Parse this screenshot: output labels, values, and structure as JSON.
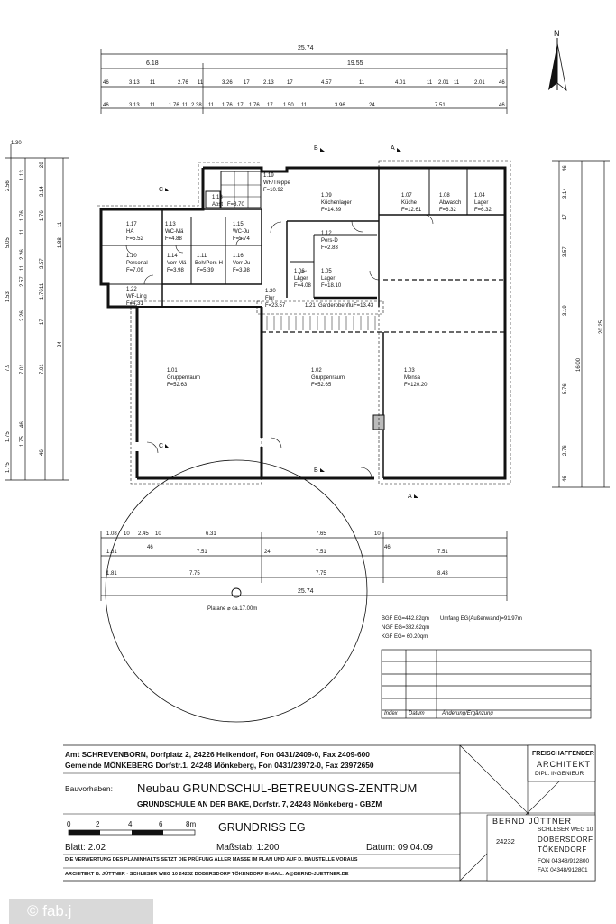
{
  "north": "N",
  "dims": {
    "top_total": "25.74",
    "top_row2": [
      "6.18",
      "19.55"
    ],
    "top_row3": [
      "46",
      "3.13",
      "11",
      "2.76",
      "11",
      "3.26",
      "17",
      "2.13",
      "17",
      "4.57",
      "11",
      "4.01",
      "11",
      "2.01",
      "11",
      "2.01",
      "46"
    ],
    "top_row4": [
      "46",
      "3.13",
      "11",
      "1.76",
      "11",
      "2.38",
      "11",
      "1.76",
      "17",
      "1.76",
      "17",
      "1.50",
      "11",
      "3.96",
      "24",
      "7.51",
      "46"
    ],
    "left_outer": [
      "1.30",
      "2.56",
      "5.05",
      "1.53",
      "7.9",
      "1.75",
      "1.75"
    ],
    "left_inner": [
      "28",
      "1.13",
      "3.14",
      "1.76",
      "1.76",
      "11",
      "2.26",
      "11",
      "3.57",
      "2.57",
      "11",
      "1.76",
      "2.26",
      "17",
      "7.01",
      "46",
      "1.75",
      "46"
    ],
    "left_inner2": [
      "11",
      "1.88",
      "24",
      "7.01"
    ],
    "right_outer": "20.25",
    "right_inner": [
      "46",
      "3.14",
      "17",
      "3.57",
      "3.19",
      "5.76",
      "2.76",
      "46"
    ],
    "right_mid": "16.00",
    "bottom_row1": [
      "1.08",
      "10",
      "2.45",
      "10",
      "6.31",
      "7.65",
      "10"
    ],
    "bottom_row2": [
      "1.81",
      "46",
      "7.51",
      "24",
      "7.51",
      "46",
      "7.51"
    ],
    "bottom_row3": [
      "1.81",
      "7.75",
      "7.75",
      "8.43"
    ],
    "bottom_total": "25.74",
    "tree": "Platane ⌀ ca.17.00m"
  },
  "rooms": [
    {
      "no": "1.19",
      "name": "WF/Treppe",
      "area": "F=10.92"
    },
    {
      "no": "1.18",
      "name": "Abst",
      "area": "F=3.70"
    },
    {
      "no": "1.09",
      "name": "Küchenlager",
      "area": "F=14.39"
    },
    {
      "no": "1.07",
      "name": "Küche",
      "area": "F=12.61"
    },
    {
      "no": "1.08",
      "name": "Abwasch",
      "area": "F=6.32"
    },
    {
      "no": "1.04",
      "name": "Lager",
      "area": "F=6.32"
    },
    {
      "no": "1.17",
      "name": "HA",
      "area": "F=5.52"
    },
    {
      "no": "1.13",
      "name": "WC-Mä",
      "area": "F=4.88"
    },
    {
      "no": "1.15",
      "name": "WC-Ju",
      "area": "F=5.74"
    },
    {
      "no": "1.12",
      "name": "Pers-D",
      "area": "F=2.83"
    },
    {
      "no": "1.10",
      "name": "Personal",
      "area": "F=7.09"
    },
    {
      "no": "1.14",
      "name": "Vorr-Mä",
      "area": "F=3.98"
    },
    {
      "no": "1.11",
      "name": "Beh/Pers-H",
      "area": "F=5.39"
    },
    {
      "no": "1.16",
      "name": "Vorr-Ju",
      "area": "F=3.98"
    },
    {
      "no": "1.06",
      "name": "Lager",
      "area": "F=4.08"
    },
    {
      "no": "1.05",
      "name": "Lager",
      "area": "F=18.10"
    },
    {
      "no": "1.22",
      "name": "WF-Ling",
      "area": "F=4.31"
    },
    {
      "no": "1.20",
      "name": "Flur",
      "area": "F=23.57"
    },
    {
      "no": "1.21",
      "name": "Garderobenflur",
      "area": "F=13.43"
    },
    {
      "no": "1.01",
      "name": "Gruppenraum",
      "area": "F=52.63"
    },
    {
      "no": "1.02",
      "name": "Gruppenraum",
      "area": "F=52.65"
    },
    {
      "no": "1.03",
      "name": "Mensa",
      "area": "F=120.20"
    }
  ],
  "sections": {
    "a": "A",
    "b": "B",
    "c": "C"
  },
  "stats": {
    "bgf": "BGF EG=442.82qm",
    "umfang": "Umfang EG(Außenwand)=91.97m",
    "ngf": "NGF EG=382.62qm",
    "kgf": "KGF EG= 60.20qm"
  },
  "revision": {
    "index": "Index",
    "datum": "Datum",
    "change": "Änderung/Ergänzung"
  },
  "titleblock": {
    "client1": "Amt SCHREVENBORN, Dorfplatz 2,  24226 Heikendorf,  Fon 0431/2409-0, Fax 2409-600",
    "client2": "Gemeinde MÖNKEBERG Dorfstr.1, 24248 Mönkeberg, Fon 0431/23972-0, Fax 23972650",
    "project_label": "Bauvorhaben:",
    "project_title": "Neubau GRUNDSCHUL-BETREUUNGS-ZENTRUM",
    "project_sub": "GRUNDSCHULE AN DER BAKE, Dorfstr. 7,  24248 Mönkeberg   - GBZM",
    "scale_ticks": [
      "0",
      "2",
      "4",
      "6",
      "8m"
    ],
    "drawing_title": "GRUNDRISS EG",
    "sheet": "Blatt: 2.02",
    "scale": "Maßstab:  1:200",
    "date": "Datum:  09.04.09",
    "notice": "DIE VERWERTUNG DES PLANINHALTS SETZT DIE PRÜFUNG ALLER MASSE IM PLAN UND AUF D. BAUSTELLE VORAUS",
    "footer": "ARCHITEKT B. JÜTTNER · SCHLESER WEG 10  24232 DOBERSDORF TÖKENDORF      E-MAIL: A@BERND-JUETTNER.DE",
    "arch_l1": "FREISCHAFFENDER",
    "arch_l2": "ARCHITEKT",
    "arch_l3": "DIPL. INGENIEUR",
    "arch_name": "BERND JÜTTNER",
    "arch_addr1": "SCHLESER WEG 10",
    "arch_zip": "24232",
    "arch_city1": "DOBERSDORF",
    "arch_city2": "TÖKENDORF",
    "arch_fon": "FON  04348/912800",
    "arch_fax": "FAX  04348/912801"
  },
  "credit": "© fab.j"
}
